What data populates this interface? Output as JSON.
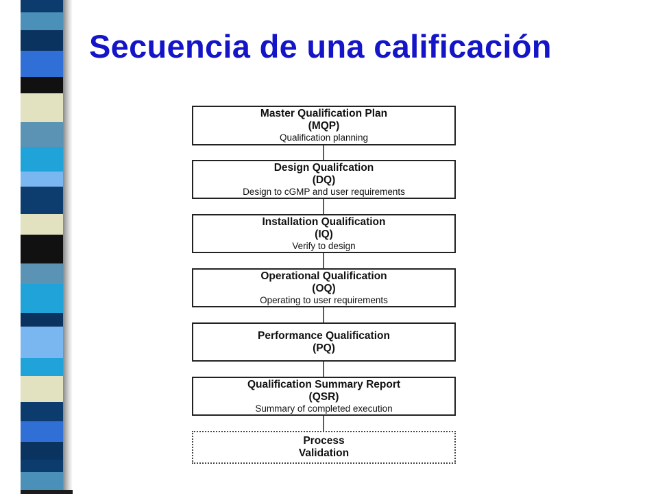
{
  "title": "Secuencia de una calificación",
  "decor": {
    "stripe_colors": [
      "#0c3b6e",
      "#4a90b8",
      "#0b3360",
      "#2f6fd6",
      "#111111",
      "#e2e2c0",
      "#5a93b4",
      "#1fa3d8",
      "#7ab6f0",
      "#0d3d6e",
      "#e2e2c0",
      "#111111",
      "#5a93b4",
      "#1fa3d8",
      "#0b3360",
      "#7ab6f0",
      "#1fa3d8",
      "#e2e2c0",
      "#0c3b6e",
      "#2f6fd6",
      "#0b3360"
    ],
    "title_color": "#1414c8"
  },
  "flow": [
    {
      "name": "Master Qualification Plan",
      "abbr": "(MQP)",
      "desc": "Qualification planning"
    },
    {
      "name": "Design Qualifcation",
      "abbr": "(DQ)",
      "desc": "Design to cGMP and user requirements"
    },
    {
      "name": "Installation Qualification",
      "abbr": "(IQ)",
      "desc": "Verify to design"
    },
    {
      "name": "Operational Qualification",
      "abbr": "(OQ)",
      "desc": "Operating to user requirements"
    },
    {
      "name": "Performance Qualification",
      "abbr": "(PQ)",
      "desc": ""
    },
    {
      "name": "Qualification Summary Report",
      "abbr": "(QSR)",
      "desc": "Summary of completed execution"
    },
    {
      "name": "Process",
      "abbr": "Validation",
      "desc": ""
    }
  ]
}
